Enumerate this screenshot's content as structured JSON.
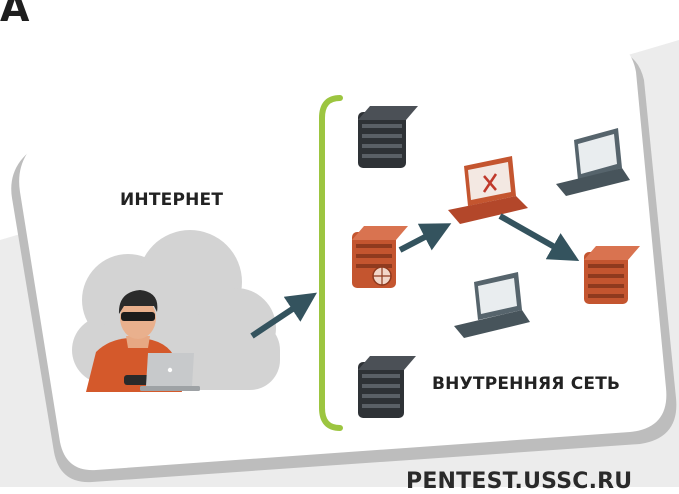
{
  "labels": {
    "corner_letter": "A",
    "internet": "ИНТЕРНЕТ",
    "internal_network": "ВНУТРЕННЯЯ СЕТЬ",
    "watermark": "PENTEST.USSC.RU"
  },
  "icons": {
    "attacker": "hacker-with-laptop-icon",
    "cloud": "cloud-icon",
    "dmz_server_top": "server-icon",
    "firewall_server": "firewall-server-icon",
    "dmz_server_bottom": "server-icon",
    "compromised_laptop": "compromised-laptop-icon",
    "workstation_top": "laptop-icon",
    "workstation_bottom": "laptop-icon",
    "target_server": "target-server-icon"
  },
  "colors": {
    "panel": "#ffffff",
    "panel_shadow": "#c9c9c9",
    "background_band": "#e4e4e4",
    "cloud": "#d2d2d2",
    "arrow": "#34535e",
    "bracket": "#9cc540",
    "server_dark": "#2e3236",
    "server_accent": "#c4552f",
    "hacker_shirt": "#d25a2b",
    "laptop_gray": "#56646c",
    "text": "#222222"
  }
}
